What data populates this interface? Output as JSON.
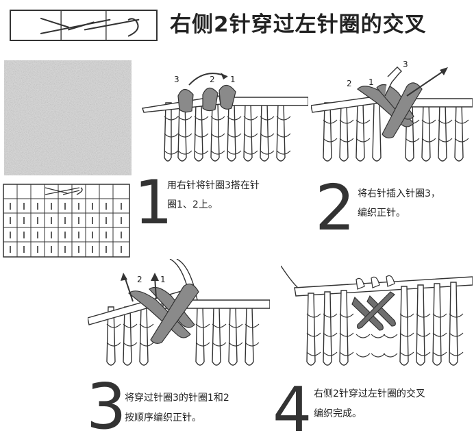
{
  "title": "右侧2针穿过左针圈的交叉",
  "steps": [
    {
      "number": "1",
      "text_line1": "用右针将针圈3搭在针",
      "text_line2": "圈1、2上。",
      "loop_labels": [
        "3",
        "2",
        "1"
      ]
    },
    {
      "number": "2",
      "text_line1": "将右针插入针圈3，",
      "text_line2": "编织正针。",
      "loop_labels": [
        "2",
        "1",
        "3"
      ]
    },
    {
      "number": "3",
      "text_line1": "将穿过针圈3的针圈1和2",
      "text_line2": "按顺序编织正针。",
      "loop_labels": [
        "2",
        "1"
      ]
    },
    {
      "number": "4",
      "text_line1": "右侧2针穿过左针圈的交叉",
      "text_line2": "编织完成。",
      "loop_labels": []
    }
  ],
  "colors": {
    "ink": "#333333",
    "yarn_gray": "#8a8a8a",
    "yarn_dark": "#5e5e5e",
    "swatch_gray": "#d4d4d4",
    "white": "#ffffff"
  }
}
